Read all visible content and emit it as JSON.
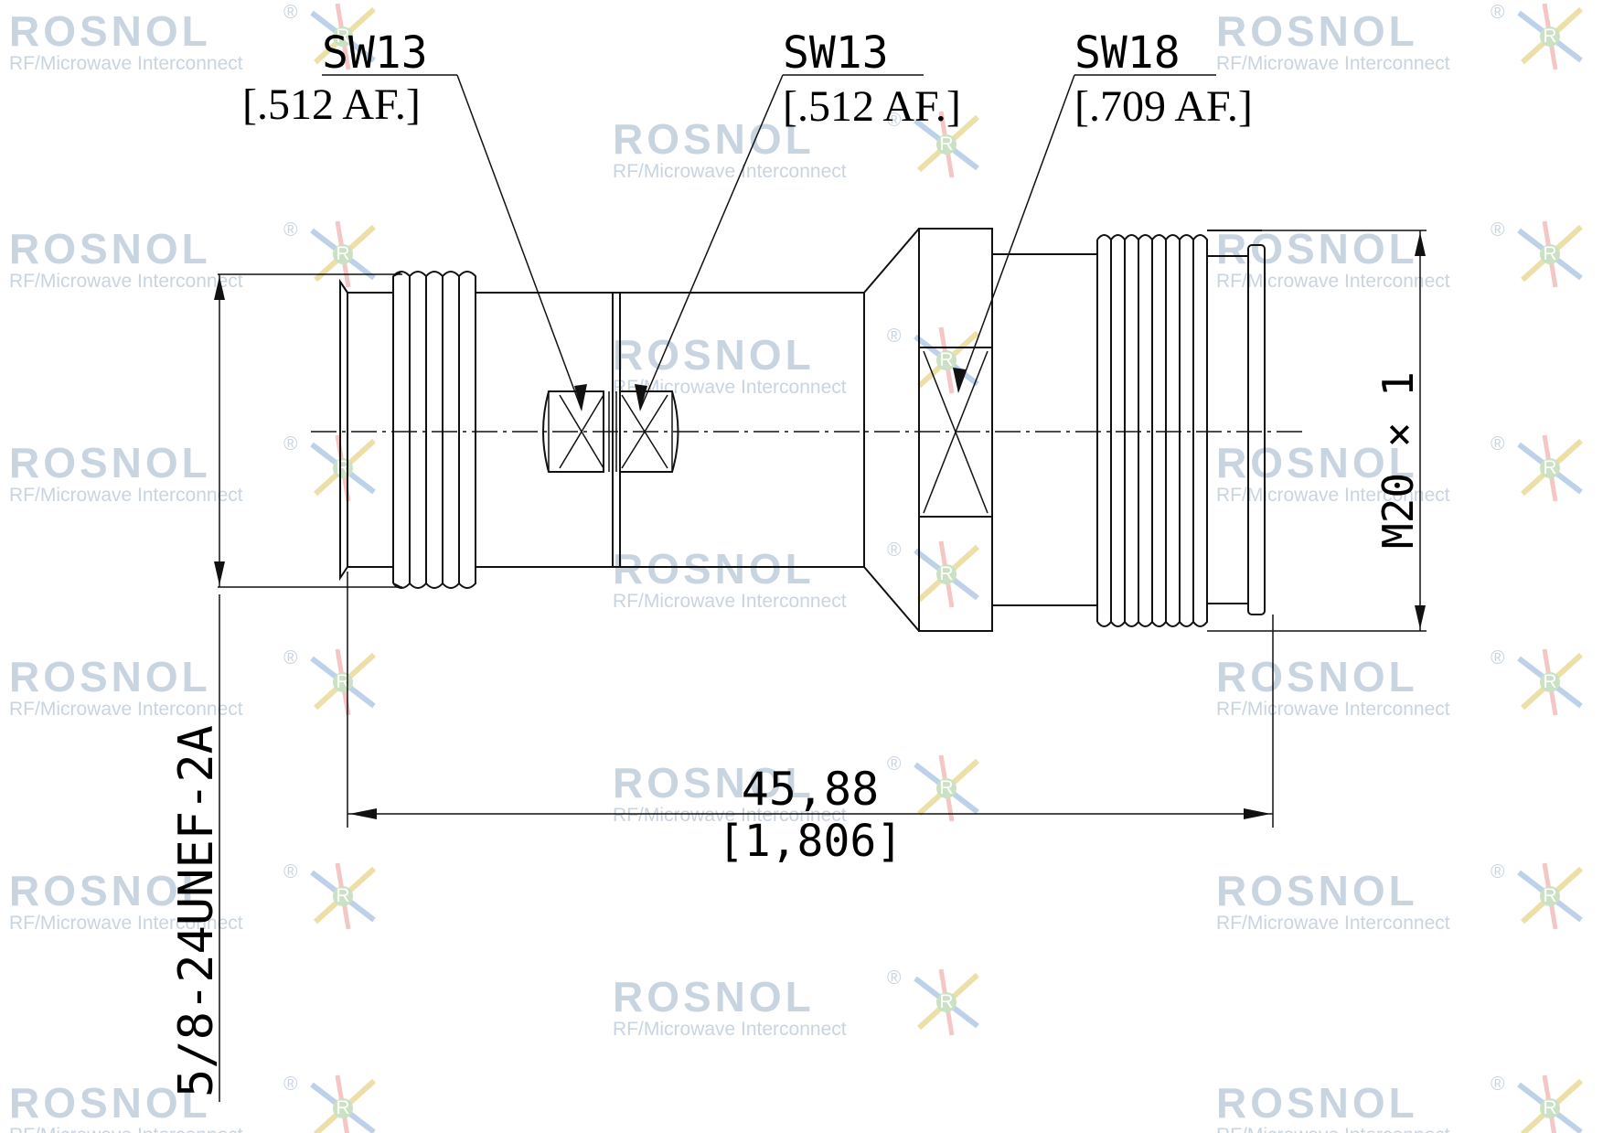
{
  "watermark": {
    "brand": "ROSNOL",
    "tagline": "RF/Microwave Interconnect",
    "registered_mark": "®",
    "logo_letter": "R",
    "color": "#b8c6d8"
  },
  "callouts": [
    {
      "code": "SW13",
      "across_flats": "[.512 AF.]"
    },
    {
      "code": "SW13",
      "across_flats": "[.512 AF.]"
    },
    {
      "code": "SW18",
      "across_flats": "[.709 AF.]"
    }
  ],
  "dimensions": {
    "length_mm": "45,88",
    "length_in": "[1,806]",
    "left_thread": "5/8-24UNEF-2A",
    "right_thread": "M20 × 1"
  }
}
